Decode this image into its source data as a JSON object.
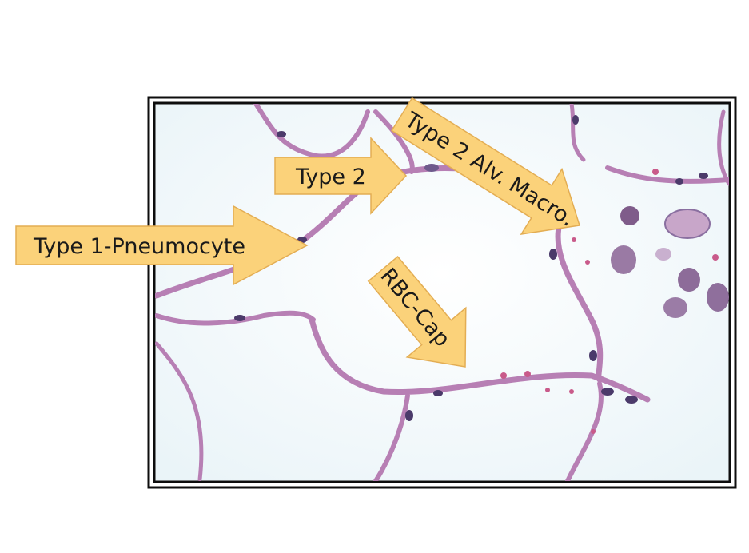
{
  "image": {
    "subject": "Histology micrograph of lung alveoli (H&E stain)",
    "colors": {
      "background": "#ffffff",
      "frame": "#0d0d0d",
      "field": "#f4f9fb",
      "tissue": "#b77fb4",
      "nucleus": "#4b3a6a",
      "rbc": "#c95a8a",
      "arrow_fill": "#fbd27a",
      "arrow_stroke": "#e3ad53"
    }
  },
  "labels": {
    "type1": "Type 1-Pneumocyte",
    "type2": "Type 2",
    "macro": "Type 2  Alv. Macro.",
    "rbc": "RBC-Cap"
  }
}
